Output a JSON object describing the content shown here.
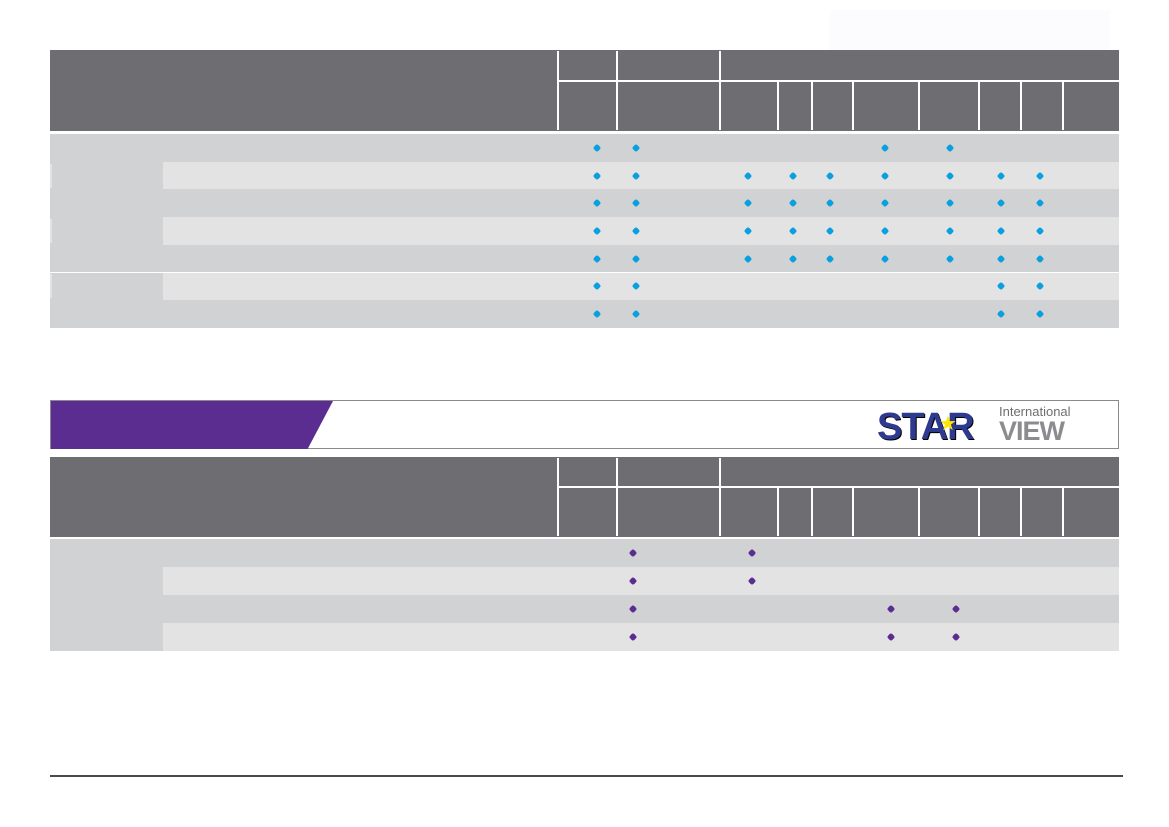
{
  "colors": {
    "header_bg": "#6e6e72",
    "row_dark": "#d1d2d4",
    "row_light": "#e3e3e3",
    "dot_blue": "#0aa0e0",
    "dot_purple": "#5c2d91",
    "banner_purple": "#5c2d91"
  },
  "logo": {
    "word_main": "STAR",
    "word_small": "International",
    "word_secondary": "VIEW",
    "icon": "star-icon"
  },
  "table1": {
    "dot_icon": "bullet-diamond-icon",
    "rows": [
      [
        1,
        1,
        0,
        0,
        0,
        1,
        1,
        0,
        0,
        0
      ],
      [
        1,
        1,
        1,
        1,
        1,
        1,
        1,
        1,
        1,
        0
      ],
      [
        1,
        1,
        1,
        1,
        1,
        1,
        1,
        1,
        1,
        0
      ],
      [
        1,
        1,
        1,
        1,
        1,
        1,
        1,
        1,
        1,
        0
      ],
      [
        1,
        1,
        1,
        1,
        1,
        1,
        1,
        1,
        1,
        0
      ],
      [
        1,
        1,
        0,
        0,
        0,
        0,
        0,
        1,
        1,
        0
      ],
      [
        1,
        1,
        0,
        0,
        0,
        0,
        0,
        1,
        1,
        0
      ]
    ]
  },
  "table2": {
    "dot_icon": "bullet-diamond-icon",
    "rows": [
      [
        0,
        1,
        1,
        0,
        0,
        0,
        0,
        0,
        0,
        0
      ],
      [
        0,
        1,
        1,
        0,
        0,
        0,
        0,
        0,
        0,
        0
      ],
      [
        0,
        1,
        0,
        0,
        0,
        1,
        1,
        0,
        0,
        0
      ],
      [
        0,
        1,
        0,
        0,
        0,
        1,
        1,
        0,
        0,
        0
      ]
    ]
  }
}
